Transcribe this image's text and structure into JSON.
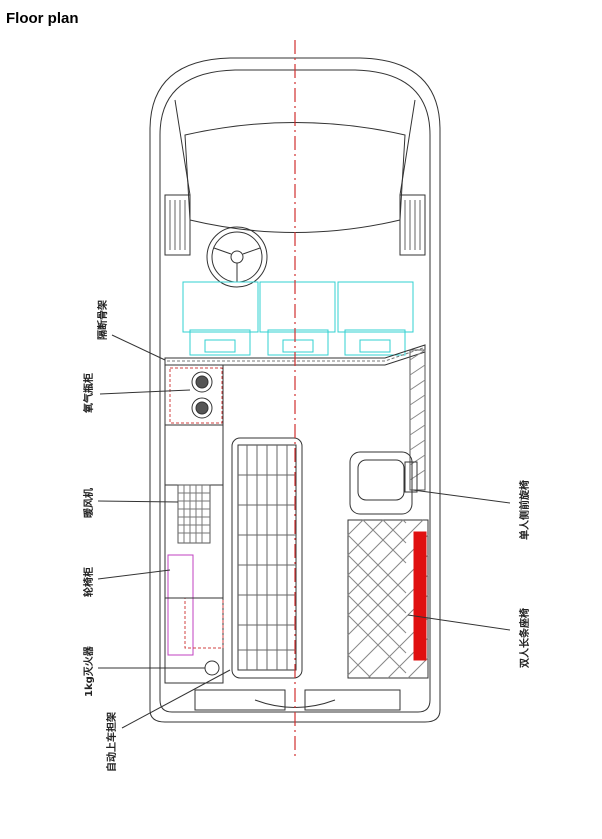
{
  "title": "Floor plan",
  "labels": {
    "partition_frame": "隔断骨架",
    "oxygen_cabinet": "氧气瓶柜",
    "heater": "暖风机",
    "wheelchair_cabinet": "轮椅柜",
    "extinguisher": "1kg灭火器",
    "auto_stretcher": "自动上车担架",
    "single_swivel_seat": "单人侧前旋椅",
    "double_bench_seat": "双人长条座椅"
  },
  "colors": {
    "centerline": "#d03030",
    "seats": "#30d0d0",
    "seat_red": "#e01010",
    "cabinet": "#d04040",
    "wheelchair": "#c040c0"
  }
}
